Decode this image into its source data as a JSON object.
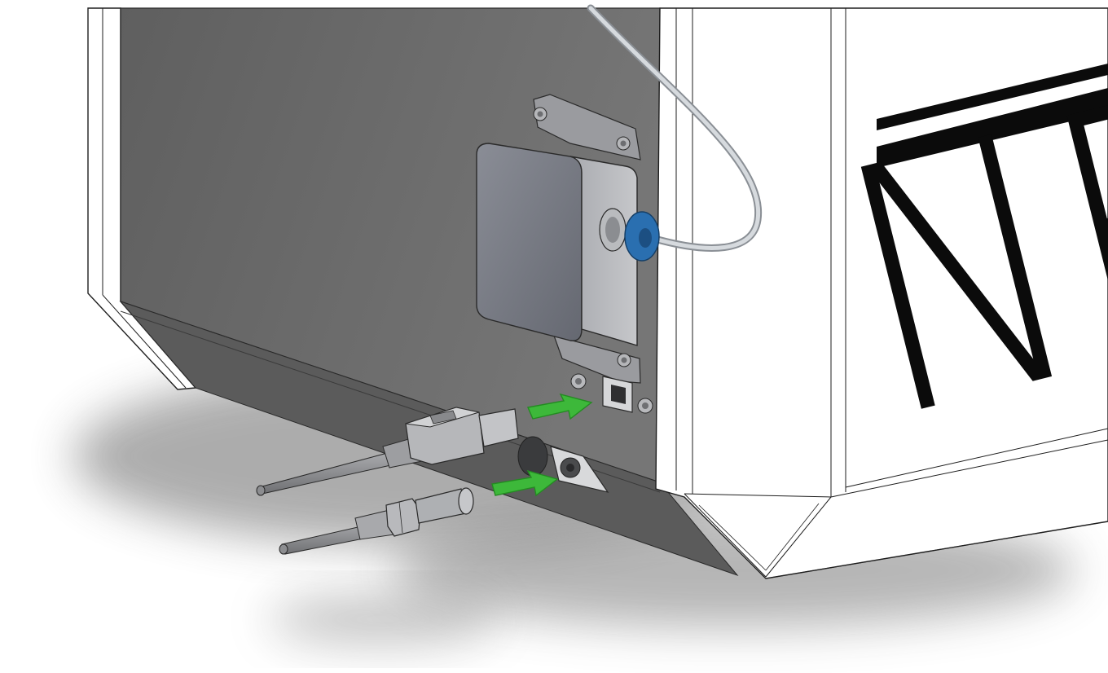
{
  "figure": {
    "logo_text": "NE",
    "colors": {
      "enclosure_white": "#ffffff",
      "rear_panel": "#6b6b6b",
      "rear_panel_dark": "#555555",
      "bracket_metal": "#8e8f92",
      "box_body": "#7a7d86",
      "blue_ring": "#2a6fb0",
      "arrow_green": "#3db83a",
      "arrow_green_dark": "#248b22",
      "cable_grey": "#8c8d90",
      "tube_clear": "#c9ced3",
      "outline": "#1e1e1e"
    }
  },
  "parts": [
    {
      "name": "rear-panel"
    },
    {
      "name": "mounted-box"
    },
    {
      "name": "tube-fitting"
    },
    {
      "name": "usb-port"
    },
    {
      "name": "power-socket"
    },
    {
      "name": "usb-cable-plug"
    },
    {
      "name": "power-cable-plug"
    },
    {
      "name": "insert-arrow-usb"
    },
    {
      "name": "insert-arrow-power"
    }
  ]
}
